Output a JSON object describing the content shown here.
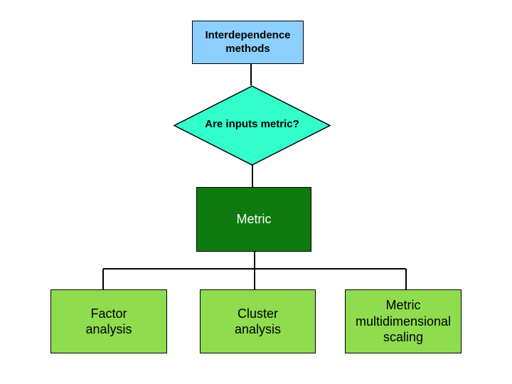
{
  "diagram": {
    "root": {
      "label": "Interdependence\nmethods"
    },
    "decision": {
      "label": "Are inputs metric?"
    },
    "branch": {
      "label": "Metric"
    },
    "leaves": [
      {
        "label": "Factor\nanalysis"
      },
      {
        "label": "Cluster\nanalysis"
      },
      {
        "label": "Metric\nmultidimensional\nscaling"
      }
    ]
  },
  "colors": {
    "root_fill": "#8ccfff",
    "decision_fill": "#33ffcc",
    "branch_fill": "#0f7a0f",
    "leaf_fill": "#8fdc4e",
    "line": "#000000"
  }
}
